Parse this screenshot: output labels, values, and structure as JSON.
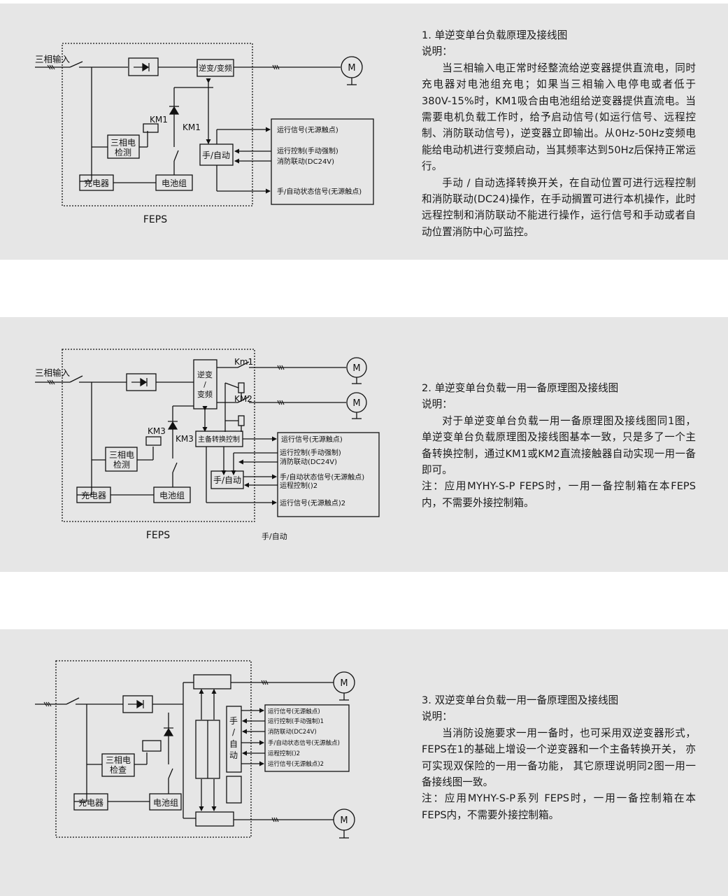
{
  "sections": [
    {
      "title": "1. 单逆变单台负载原理及接线图",
      "explain_label": "说明：",
      "paragraphs": [
        "当三相输入电正常时经整流给逆变器提供直流电，同时充电器对电池组充电；如果当三相输入电停电或者低于380V-15%时，KM1吸合由电池组给逆变器提供直流电。当需要电机负载工作时，给予启动信号(如运行信号、远程控制、消防联动信号)，逆变器立即输出。从0Hz-50Hz变频电能给电动机进行变频启动，当其频率达到50Hz后保持正常运行。",
        "手动 / 自动选择转换开关，在自动位置可进行远程控制和消防联动(DC24)操作，在手动搁置可进行本机操作，此时远程控制和消防联动不能进行操作，运行信号和手动或者自动位置消防中心可监控。"
      ],
      "diagram": {
        "input_label": "三相输入",
        "inverter": "逆变/变频",
        "motor": "M",
        "km1_coil": "KM1",
        "km1_contact": "KM1",
        "detector": [
          "三相电",
          "检测"
        ],
        "manual_auto": "手/自动",
        "charger": "充电器",
        "battery": "电池组",
        "feps": "FEPS",
        "signals": [
          "运行信号(无源触点)",
          "运行控制(手动强制)",
          "消防联动(DC24V)",
          "手/自动状态信号(无源触点)"
        ]
      }
    },
    {
      "title": "2. 单逆变单台负载一用一备原理图及接线图",
      "explain_label": "说明：",
      "paragraphs": [
        "对于单逆变单台负载一用一备原理图及接线图同1图， 单逆变单台负载原理图及接线图基本一致，只是多了一个主备转换控制，通过KM1或KM2直流接触器自动实现一用一备即可。"
      ],
      "note": "注：应用MYHY-S-P FEPS时，一用一备控制箱在本FEPS内，不需要外接控制箱。",
      "diagram": {
        "input_label": "三相输入",
        "inverter": [
          "逆变",
          "/",
          "变频"
        ],
        "motor": "M",
        "km1": "Km1",
        "km2": "KM2",
        "km3_coil": "KM3",
        "km3_contact": "KM3",
        "switchover": "主备转换控制",
        "detector": [
          "三相电",
          "检测"
        ],
        "manual_auto": "手/自动",
        "charger": "充电器",
        "battery": "电池组",
        "feps": "FEPS",
        "bottom_label": "手/自动",
        "signals": [
          "运行信号(无源触点)",
          "运行控制(手动强制)",
          "消防联动(DC24V)",
          "手/自动状态信号(无源触点)",
          "运程控制()2",
          "运行信号(无源触点)2"
        ]
      }
    },
    {
      "title": "3. 双逆变单台负载一用一备原理图及接线图",
      "explain_label": "说明：",
      "paragraphs": [
        "当消防设施要求一用一备时，也可采用双逆变器形式， FEPS在1的基础上增设一个逆变器和一个主备转换开关， 亦可实现双保险的一用一备功能， 其它原理说明同2图一用一备接线图一致。"
      ],
      "note": "注：应用MYHY-S-P系列 FEPS时，一用一备控制箱在本FEPS内，不需要外接控制箱。",
      "diagram": {
        "motor": "M",
        "detector": [
          "三相电",
          "检查"
        ],
        "manual_auto": [
          "手",
          "/",
          "自",
          "动"
        ],
        "charger": "充电器",
        "battery": "电池组",
        "signals": [
          "运行信号(无源触点)",
          "运行控制(手动强制)1",
          "消防联动(DC24V)",
          "手/自动状态信号(无源触点)",
          "运程控制()2",
          "运行信号(无源触点)2"
        ]
      }
    }
  ]
}
